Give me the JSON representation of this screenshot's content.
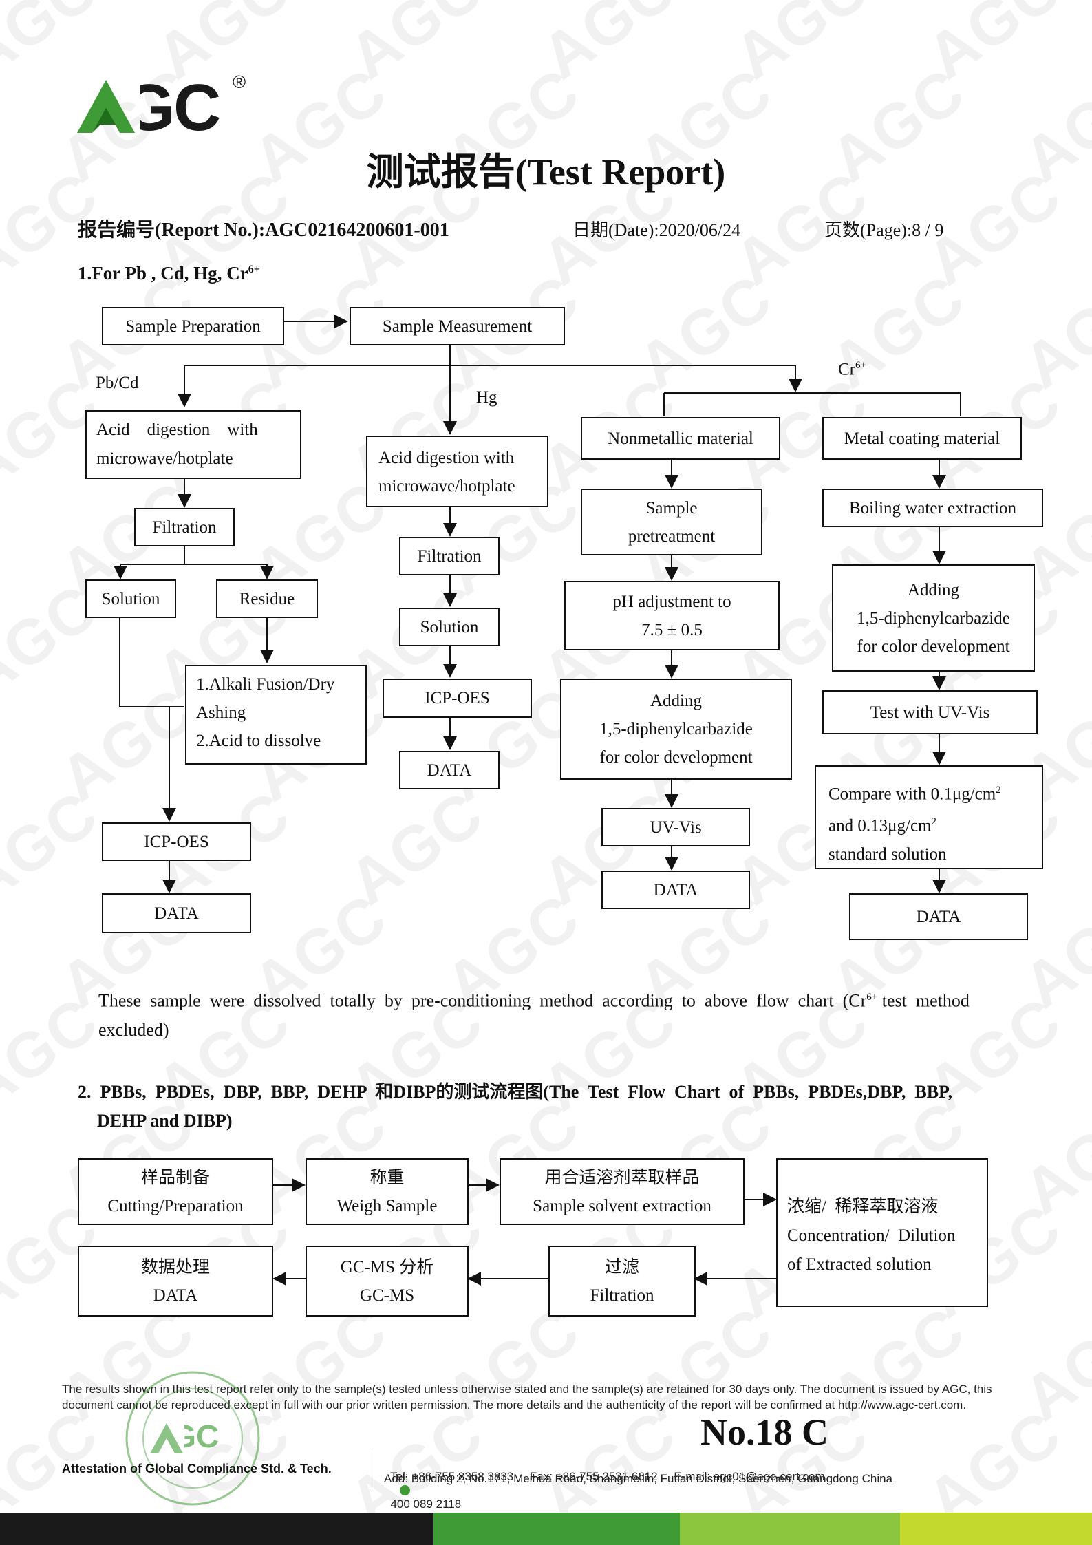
{
  "brand": {
    "logo_text": "AGC",
    "registered": "®",
    "colors": {
      "green": "#3f9b35",
      "dark": "#1a1a1a"
    }
  },
  "watermark": {
    "text": "AGC"
  },
  "title": "测试报告(Test Report)",
  "header": {
    "report_no_label": "报告编号(Report No.):",
    "report_no": "AGC02164200601-001",
    "date_label": "日期(Date):",
    "date": "2020/06/24",
    "page_label": "页数(Page):",
    "page": "8 / 9"
  },
  "section1": {
    "heading": "1.For Pb , Cd, Hg, Cr",
    "heading_sup": "6+",
    "boxes": {
      "sample_prep": "Sample Preparation",
      "sample_meas": "Sample Measurement",
      "acid_pbcd_1": "Acid    digestion    with",
      "acid_pbcd_2": "microwave/hotplate",
      "acid_hg_1": "Acid digestion with",
      "acid_hg_2": "microwave/hotplate",
      "filtration": "Filtration",
      "solution": "Solution",
      "residue": "Residue",
      "alkali_1": "1.Alkali Fusion/Dry",
      "alkali_2": "Ashing",
      "alkali_3": "2.Acid to dissolve",
      "icp_oes": "ICP-OES",
      "data": "DATA",
      "nonmetallic": "Nonmetallic material",
      "metal_coating": "Metal coating material",
      "sample_pre_1": "Sample",
      "sample_pre_2": "pretreatment",
      "boiling": "Boiling water extraction",
      "ph_1": "pH adjustment to",
      "ph_2": "7.5 ± 0.5",
      "adding_1": "Adding",
      "adding_2": "1,5-diphenylcarbazide",
      "adding_3": "for color development",
      "uv_vis": "UV-Vis",
      "test_uv": "Test with UV-Vis",
      "compare_1": "Compare with 0.1μg/cm",
      "compare_2": "and 0.13μg/cm",
      "compare_3": "standard solution",
      "sup2": "2"
    },
    "labels": {
      "pbcd": "Pb/Cd",
      "hg": "Hg",
      "cr": "Cr",
      "cr_sup": "6+"
    },
    "note_1": "These  sample  were  dissolved  totally  by  pre-conditioning  method  according  to  above  flow  chart  (Cr",
    "note_sup": "6+",
    "note_2": " test  method",
    "note_3": "excluded)"
  },
  "section2": {
    "heading_1": "2.  PBBs,  PBDEs,  DBP,  BBP,  DEHP  和DIBP的测试流程图(The  Test  Flow  Chart  of  PBBs,  PBDEs,DBP,  BBP,",
    "heading_2": "DEHP and DIBP)",
    "boxes": {
      "b1_cn": "样品制备",
      "b1_en": "Cutting/Preparation",
      "b2_cn": "称重",
      "b2_en": "Weigh Sample",
      "b3_cn": "用合适溶剂萃取样品",
      "b3_en": "Sample solvent extraction",
      "b4_1": "浓缩/  稀释萃取溶液",
      "b4_2": "Concentration/  Dilution",
      "b4_3": "of Extracted solution",
      "b5_cn": "过滤",
      "b5_en": "Filtration",
      "b6_cn": "GC-MS 分析",
      "b6_en": "GC-MS",
      "b7_cn": "数据处理",
      "b7_en": "DATA"
    }
  },
  "footer": {
    "disclaimer": "The results shown in this test report refer only to the sample(s) tested unless otherwise stated and the sample(s) are retained for 30 days only. The document is issued by AGC, this document cannot be reproduced except in full with our prior written permission. The more details and the authenticity of the report will be confirmed at http://www.agc-cert.com.",
    "doc_no": "No.18 C",
    "attestation": "Attestation of Global Compliance Std. & Tech.",
    "tel": "Tel: +86-755 8358 3833     Fax: +86-755 2531 6612     E-mail: agc01@agc-cert.com",
    "hotline": "400 089 2118",
    "address": "Add: Building 2, No.171, Meihua Road, Shangmeilin, Futian District, Shenzhen, Guangdong China",
    "stamp_text": "AGC",
    "bar_colors": [
      "#1a1a1a",
      "#3f9b35",
      "#8cc63f",
      "#c4d92e"
    ]
  }
}
